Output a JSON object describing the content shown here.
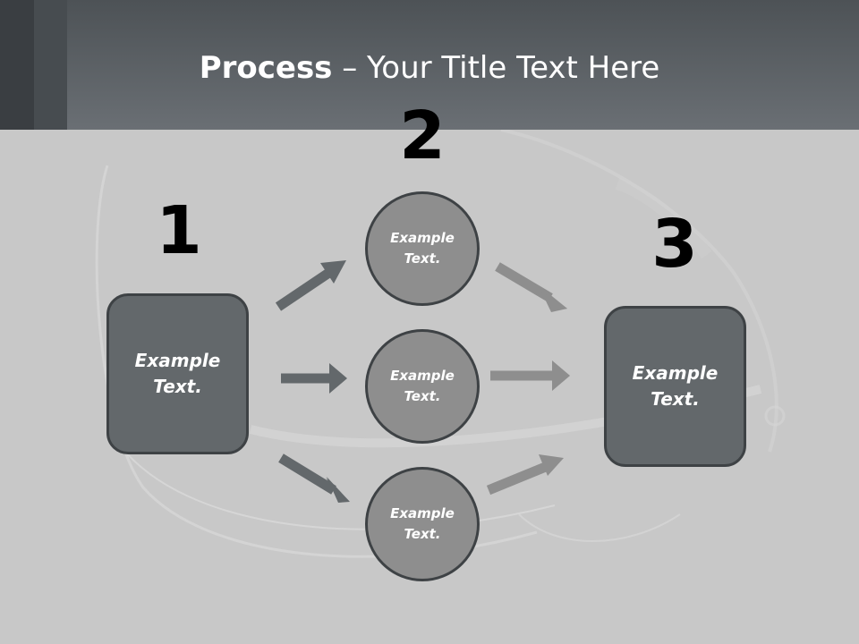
{
  "slide": {
    "title_bold": "Process",
    "title_rest": " – Your Title Text Here"
  },
  "steps": {
    "step1_number": "1",
    "step2_number": "2",
    "step3_number": "3"
  },
  "boxes": {
    "left_text": "Example Text.",
    "right_text": "Example Text."
  },
  "circles": {
    "top_text": "Example Text.",
    "middle_text": "Example Text.",
    "bottom_text": "Example Text."
  },
  "colors": {
    "header": "#5d6266",
    "background": "#c8c8c8",
    "box_fill": "#63686b",
    "circle_fill": "#8e8e8e",
    "arrow_dark": "#63686b",
    "arrow_light": "#8e8e8e"
  }
}
